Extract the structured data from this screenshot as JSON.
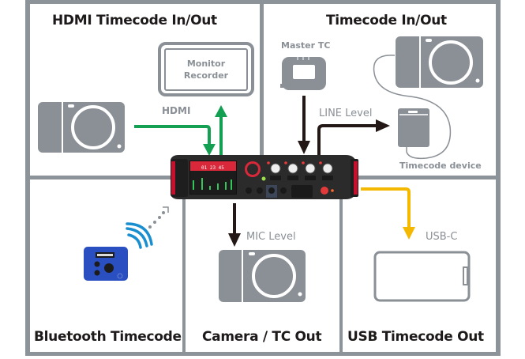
{
  "diagram": {
    "title": "Timecode connectivity overview",
    "panels": {
      "hdmi": {
        "title": "HDMI Timecode In/Out",
        "connection_label": "HDMI",
        "monitor_label_line1": "Monitor",
        "monitor_label_line2": "Recorder"
      },
      "timecode_io": {
        "title": "Timecode In/Out",
        "master_label": "Master TC",
        "connection_label": "LINE Level",
        "device_label": "Timecode device"
      },
      "bluetooth": {
        "title": "Bluetooth Timecode"
      },
      "camera_tc_out": {
        "title": "Camera / TC Out",
        "connection_label": "MIC Level"
      },
      "usb": {
        "title": "USB Timecode Out",
        "connection_label": "USB-C"
      }
    },
    "recorder_screen": {
      "timecode": "01 23 45"
    },
    "colors": {
      "frame": "#8c9399",
      "icon_gray": "#8a9096",
      "hdmi_arrow": "#13a052",
      "line_arrow": "#231815",
      "usb_arrow": "#f5b800",
      "bluetooth_waves": "#1a8fd0",
      "bt_device": "#2a4fc0",
      "recorder_red": "#c8102e"
    }
  }
}
